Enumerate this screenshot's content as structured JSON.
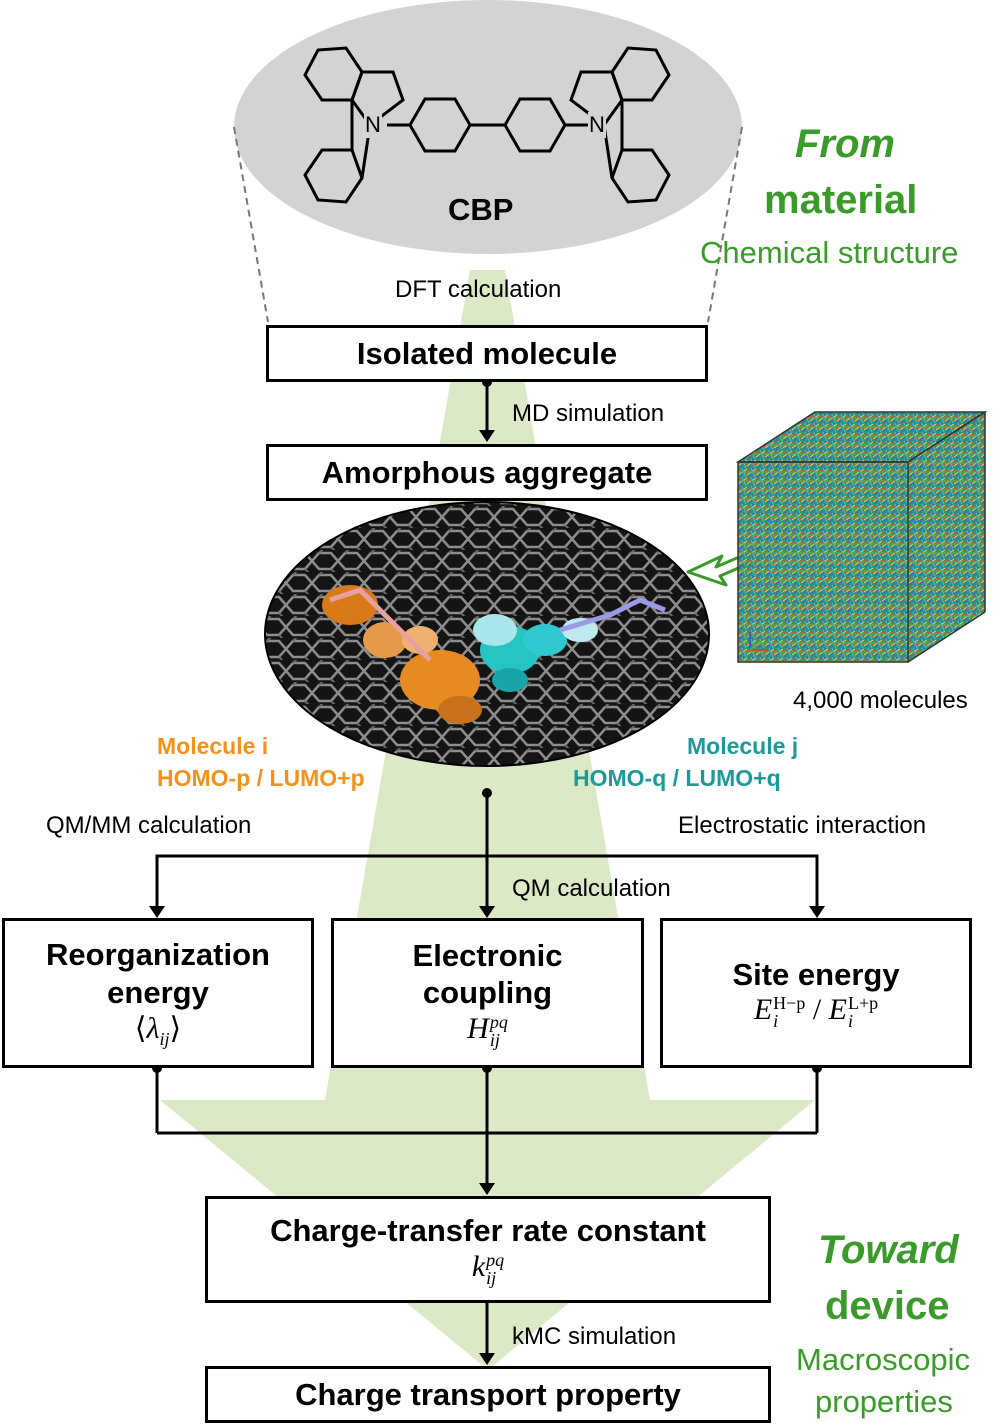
{
  "molecule_name": "CBP",
  "atom_label": "N",
  "steps": {
    "dft": "DFT calculation",
    "md": "MD simulation",
    "qmmm": "QM/MM calculation",
    "qm": "QM calculation",
    "electrostatic": "Electrostatic interaction",
    "kmc": "kMC simulation"
  },
  "boxes": {
    "isolated": "Isolated molecule",
    "amorphous": "Amorphous aggregate",
    "reorg_line1": "Reorganization",
    "reorg_line2": "energy",
    "coupling_line1": "Electronic",
    "coupling_line2": "coupling",
    "site": "Site energy",
    "rate": "Charge-transfer rate constant",
    "transport": "Charge transport property"
  },
  "formulas": {
    "lambda_open": "⟨",
    "lambda": "λ",
    "lambda_sub": "ij",
    "lambda_close": "⟩",
    "H": "H",
    "H_sub": "ij",
    "H_sup": "pq",
    "E": "E",
    "E_sub": "i",
    "E_sup1": "H−p",
    "slash": "/",
    "E_sup2": "L+p",
    "k": "k",
    "k_sub": "ij",
    "k_sup": "pq"
  },
  "molecule_i": {
    "line1": "Molecule i",
    "line2": "HOMO-p / LUMO+p"
  },
  "molecule_j": {
    "line1": "Molecule j",
    "line2": "HOMO-q / LUMO+q"
  },
  "cube_caption": "4,000 molecules",
  "side": {
    "from_line1": "From",
    "from_line2": "material",
    "from_sub": "Chemical structure",
    "toward_line1": "Toward",
    "toward_line2": "device",
    "toward_sub_line1": "Macroscopic",
    "toward_sub_line2": "properties"
  },
  "colors": {
    "green_text": "#3a9a2a",
    "arrow_fill": "#dbe9c6",
    "orange": "#f2911b",
    "teal": "#1d9a98",
    "ellipse_top": "#d3d3d3"
  }
}
